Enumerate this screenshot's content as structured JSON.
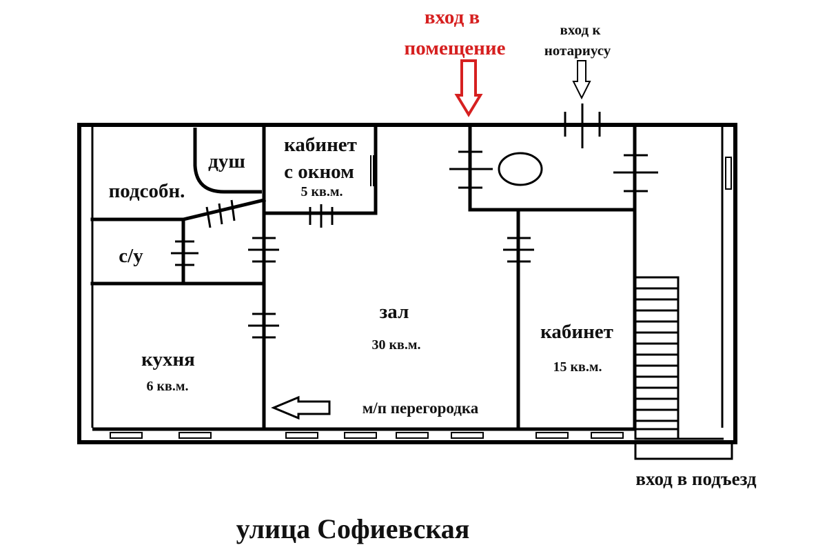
{
  "labels": {
    "entrance_premises": [
      "вход в",
      "помещение"
    ],
    "entrance_notary": [
      "вход к",
      "нотариусу"
    ],
    "room_office_window": [
      "кабинет",
      "с окном"
    ],
    "room_office_window_area": "5 кв.м.",
    "room_shower": "душ",
    "room_utility": "подсобн.",
    "room_wc": "с/у",
    "room_hall": "зал",
    "room_hall_area": "30 кв.м.",
    "room_office": "кабинет",
    "room_office_area": "15 кв.м.",
    "room_kitchen": "кухня",
    "room_kitchen_area": "6 кв.м.",
    "partition_note": "м/п перегородка",
    "entrance_stairwell": "вход в подъезд",
    "street": "улица Софиевская"
  },
  "colors": {
    "entrance_premises": "#d62020",
    "lines": "#000000"
  }
}
